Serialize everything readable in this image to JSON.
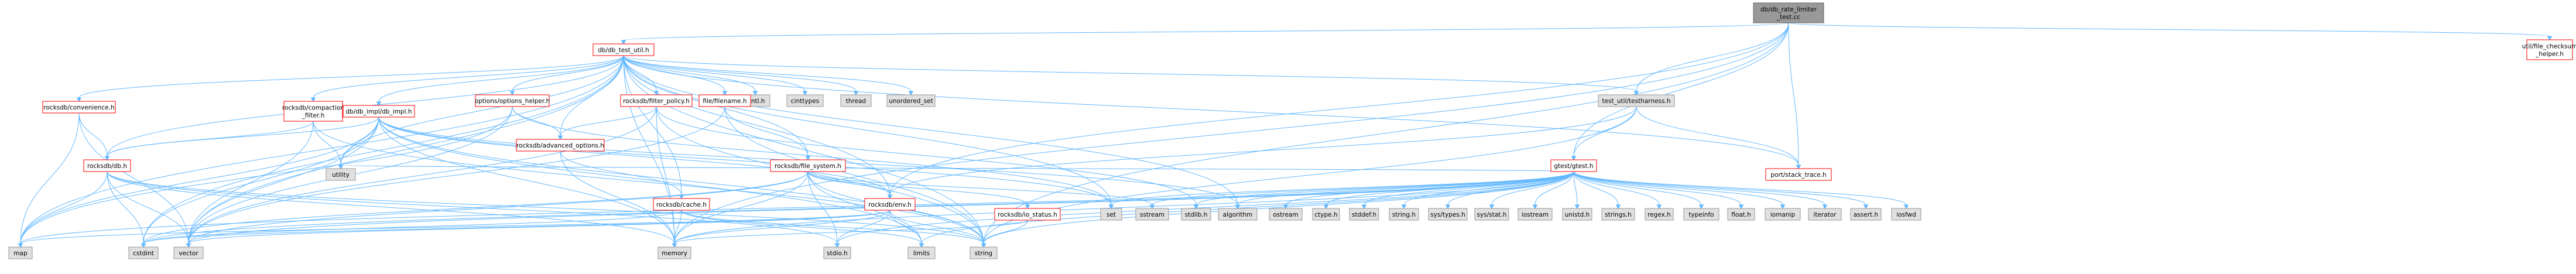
{
  "colors": {
    "root_fill": "#999999",
    "local_fill": "#ffffff",
    "local_border": "#ff0000",
    "sys_fill": "#e0e0e0",
    "sys_border": "#999999",
    "edge": "#63b8ff"
  },
  "nodes": {
    "root": {
      "lines": [
        "db/db_rate_limiter",
        "_test.cc"
      ]
    },
    "db_test_util": {
      "lines": [
        "db/db_test_util.h"
      ]
    },
    "file_checksum": {
      "lines": [
        "util/file_checksum",
        "_helper.h"
      ]
    },
    "testharness": {
      "lines": [
        "test_util/testharness.h"
      ]
    },
    "fcntl": {
      "lines": [
        "fcntl.h"
      ]
    },
    "cinttypes": {
      "lines": [
        "cinttypes"
      ]
    },
    "thread": {
      "lines": [
        "thread"
      ]
    },
    "unordered_set": {
      "lines": [
        "unordered_set"
      ]
    },
    "filter_policy": {
      "lines": [
        "rocksdb/filter_policy.h"
      ]
    },
    "filename": {
      "lines": [
        "file/filename.h"
      ]
    },
    "options_helper": {
      "lines": [
        "options/options_helper.h"
      ]
    },
    "convenience": {
      "lines": [
        "rocksdb/convenience.h"
      ]
    },
    "compaction_filter": {
      "lines": [
        "rocksdb/compaction",
        "_filter.h"
      ]
    },
    "db_impl": {
      "lines": [
        "db/db_impl/db_impl.h"
      ]
    },
    "advanced_options": {
      "lines": [
        "rocksdb/advanced_options.h"
      ]
    },
    "file_system": {
      "lines": [
        "rocksdb/file_system.h"
      ]
    },
    "gtest": {
      "lines": [
        "gtest/gtest.h"
      ]
    },
    "stack_trace": {
      "lines": [
        "port/stack_trace.h"
      ]
    },
    "rocksdb_db": {
      "lines": [
        "rocksdb/db.h"
      ]
    },
    "utility": {
      "lines": [
        "utility"
      ]
    },
    "cache": {
      "lines": [
        "rocksdb/cache.h"
      ]
    },
    "env": {
      "lines": [
        "rocksdb/env.h"
      ]
    },
    "io_status": {
      "lines": [
        "rocksdb/io_status.h"
      ]
    },
    "set": {
      "lines": [
        "set"
      ]
    },
    "sstream": {
      "lines": [
        "sstream"
      ]
    },
    "stdlib": {
      "lines": [
        "stdlib.h"
      ]
    },
    "algorithm": {
      "lines": [
        "algorithm"
      ]
    },
    "ostream": {
      "lines": [
        "ostream"
      ]
    },
    "ctype": {
      "lines": [
        "ctype.h"
      ]
    },
    "stddef": {
      "lines": [
        "stddef.h"
      ]
    },
    "string_h": {
      "lines": [
        "string.h"
      ]
    },
    "sys_types": {
      "lines": [
        "sys/types.h"
      ]
    },
    "sys_stat": {
      "lines": [
        "sys/stat.h"
      ]
    },
    "iostream": {
      "lines": [
        "iostream"
      ]
    },
    "unistd": {
      "lines": [
        "unistd.h"
      ]
    },
    "strings_h": {
      "lines": [
        "strings.h"
      ]
    },
    "regex": {
      "lines": [
        "regex.h"
      ]
    },
    "typeinfo": {
      "lines": [
        "typeinfo"
      ]
    },
    "float_h": {
      "lines": [
        "float.h"
      ]
    },
    "iomanip": {
      "lines": [
        "iomanip"
      ]
    },
    "iterator": {
      "lines": [
        "iterator"
      ]
    },
    "assert": {
      "lines": [
        "assert.h"
      ]
    },
    "iosfwd": {
      "lines": [
        "iosfwd"
      ]
    },
    "map": {
      "lines": [
        "map"
      ]
    },
    "cstdint": {
      "lines": [
        "cstdint"
      ]
    },
    "vector": {
      "lines": [
        "vector"
      ]
    },
    "memory": {
      "lines": [
        "memory"
      ]
    },
    "stdio": {
      "lines": [
        "stdio.h"
      ]
    },
    "limits": {
      "lines": [
        "limits"
      ]
    },
    "string": {
      "lines": [
        "string"
      ]
    }
  },
  "edges": [
    [
      "root",
      "db_test_util"
    ],
    [
      "root",
      "file_checksum"
    ],
    [
      "root",
      "testharness"
    ],
    [
      "root",
      "gtest"
    ],
    [
      "root",
      "stack_trace"
    ],
    [
      "root",
      "env"
    ],
    [
      "root",
      "string"
    ],
    [
      "root",
      "memory"
    ],
    [
      "db_test_util",
      "fcntl"
    ],
    [
      "db_test_util",
      "cinttypes"
    ],
    [
      "db_test_util",
      "thread"
    ],
    [
      "db_test_util",
      "unordered_set"
    ],
    [
      "db_test_util",
      "filter_policy"
    ],
    [
      "db_test_util",
      "filename"
    ],
    [
      "db_test_util",
      "options_helper"
    ],
    [
      "db_test_util",
      "convenience"
    ],
    [
      "db_test_util",
      "compaction_filter"
    ],
    [
      "db_test_util",
      "db_impl"
    ],
    [
      "db_test_util",
      "advanced_options"
    ],
    [
      "db_test_util",
      "file_system"
    ],
    [
      "db_test_util",
      "testharness"
    ],
    [
      "db_test_util",
      "rocksdb_db"
    ],
    [
      "db_test_util",
      "cache"
    ],
    [
      "db_test_util",
      "env"
    ],
    [
      "db_test_util",
      "set"
    ],
    [
      "db_test_util",
      "algorithm"
    ],
    [
      "db_test_util",
      "stack_trace"
    ],
    [
      "db_test_util",
      "map"
    ],
    [
      "db_test_util",
      "vector"
    ],
    [
      "db_test_util",
      "memory"
    ],
    [
      "db_test_util",
      "string"
    ],
    [
      "db_test_util",
      "utility"
    ],
    [
      "db_test_util",
      "cstdint"
    ],
    [
      "testharness",
      "gtest"
    ],
    [
      "testharness",
      "stack_trace"
    ],
    [
      "testharness",
      "env"
    ],
    [
      "testharness",
      "string"
    ],
    [
      "filter_policy",
      "advanced_options"
    ],
    [
      "filter_policy",
      "memory"
    ],
    [
      "filter_policy",
      "string"
    ],
    [
      "filter_policy",
      "vector"
    ],
    [
      "filter_policy",
      "stdlib"
    ],
    [
      "filename",
      "file_system"
    ],
    [
      "filename",
      "vector"
    ],
    [
      "filename",
      "string"
    ],
    [
      "options_helper",
      "advanced_options"
    ],
    [
      "options_helper",
      "map"
    ],
    [
      "options_helper",
      "set"
    ],
    [
      "options_helper",
      "vector"
    ],
    [
      "convenience",
      "rocksdb_db"
    ],
    [
      "convenience",
      "map"
    ],
    [
      "convenience",
      "vector"
    ],
    [
      "compaction_filter",
      "rocksdb_db"
    ],
    [
      "compaction_filter",
      "utility"
    ],
    [
      "compaction_filter",
      "vector"
    ],
    [
      "compaction_filter",
      "string"
    ],
    [
      "db_impl",
      "rocksdb_db"
    ],
    [
      "db_impl",
      "env"
    ],
    [
      "db_impl",
      "utility"
    ],
    [
      "db_impl",
      "vector"
    ],
    [
      "db_impl",
      "map"
    ],
    [
      "db_impl",
      "set"
    ],
    [
      "db_impl",
      "memory"
    ],
    [
      "db_impl",
      "cstdint"
    ],
    [
      "db_impl",
      "string"
    ],
    [
      "db_impl",
      "limits"
    ],
    [
      "db_impl",
      "algorithm"
    ],
    [
      "advanced_options",
      "cache"
    ],
    [
      "advanced_options",
      "memory"
    ],
    [
      "file_system",
      "env"
    ],
    [
      "file_system",
      "io_status"
    ],
    [
      "file_system",
      "sstream"
    ],
    [
      "file_system",
      "stdio"
    ],
    [
      "file_system",
      "string"
    ],
    [
      "file_system",
      "vector"
    ],
    [
      "file_system",
      "memory"
    ],
    [
      "file_system",
      "cstdint"
    ],
    [
      "file_system",
      "limits"
    ],
    [
      "rocksdb_db",
      "map"
    ],
    [
      "rocksdb_db",
      "cstdint"
    ],
    [
      "rocksdb_db",
      "vector"
    ],
    [
      "rocksdb_db",
      "memory"
    ],
    [
      "rocksdb_db",
      "stdio"
    ],
    [
      "rocksdb_db",
      "string"
    ],
    [
      "cache",
      "memory"
    ],
    [
      "cache",
      "string"
    ],
    [
      "cache",
      "cstdint"
    ],
    [
      "cache",
      "limits"
    ],
    [
      "env",
      "stdio"
    ],
    [
      "env",
      "string"
    ],
    [
      "env",
      "vector"
    ],
    [
      "env",
      "memory"
    ],
    [
      "env",
      "limits"
    ],
    [
      "env",
      "map"
    ],
    [
      "env",
      "cstdint"
    ],
    [
      "io_status",
      "string"
    ],
    [
      "io_status",
      "memory"
    ],
    [
      "gtest",
      "cstdint"
    ],
    [
      "gtest",
      "utility"
    ],
    [
      "gtest",
      "vector"
    ],
    [
      "gtest",
      "limits"
    ],
    [
      "gtest",
      "memory"
    ],
    [
      "gtest",
      "string"
    ],
    [
      "gtest",
      "set"
    ],
    [
      "gtest",
      "sstream"
    ],
    [
      "gtest",
      "stdlib"
    ],
    [
      "gtest",
      "algorithm"
    ],
    [
      "gtest",
      "ostream"
    ],
    [
      "gtest",
      "ctype"
    ],
    [
      "gtest",
      "stddef"
    ],
    [
      "gtest",
      "string_h"
    ],
    [
      "gtest",
      "sys_types"
    ],
    [
      "gtest",
      "sys_stat"
    ],
    [
      "gtest",
      "iostream"
    ],
    [
      "gtest",
      "unistd"
    ],
    [
      "gtest",
      "strings_h"
    ],
    [
      "gtest",
      "regex"
    ],
    [
      "gtest",
      "typeinfo"
    ],
    [
      "gtest",
      "float_h"
    ],
    [
      "gtest",
      "iomanip"
    ],
    [
      "gtest",
      "iterator"
    ],
    [
      "gtest",
      "assert"
    ],
    [
      "gtest",
      "iosfwd"
    ],
    [
      "gtest",
      "map"
    ],
    [
      "gtest",
      "stdio"
    ]
  ]
}
